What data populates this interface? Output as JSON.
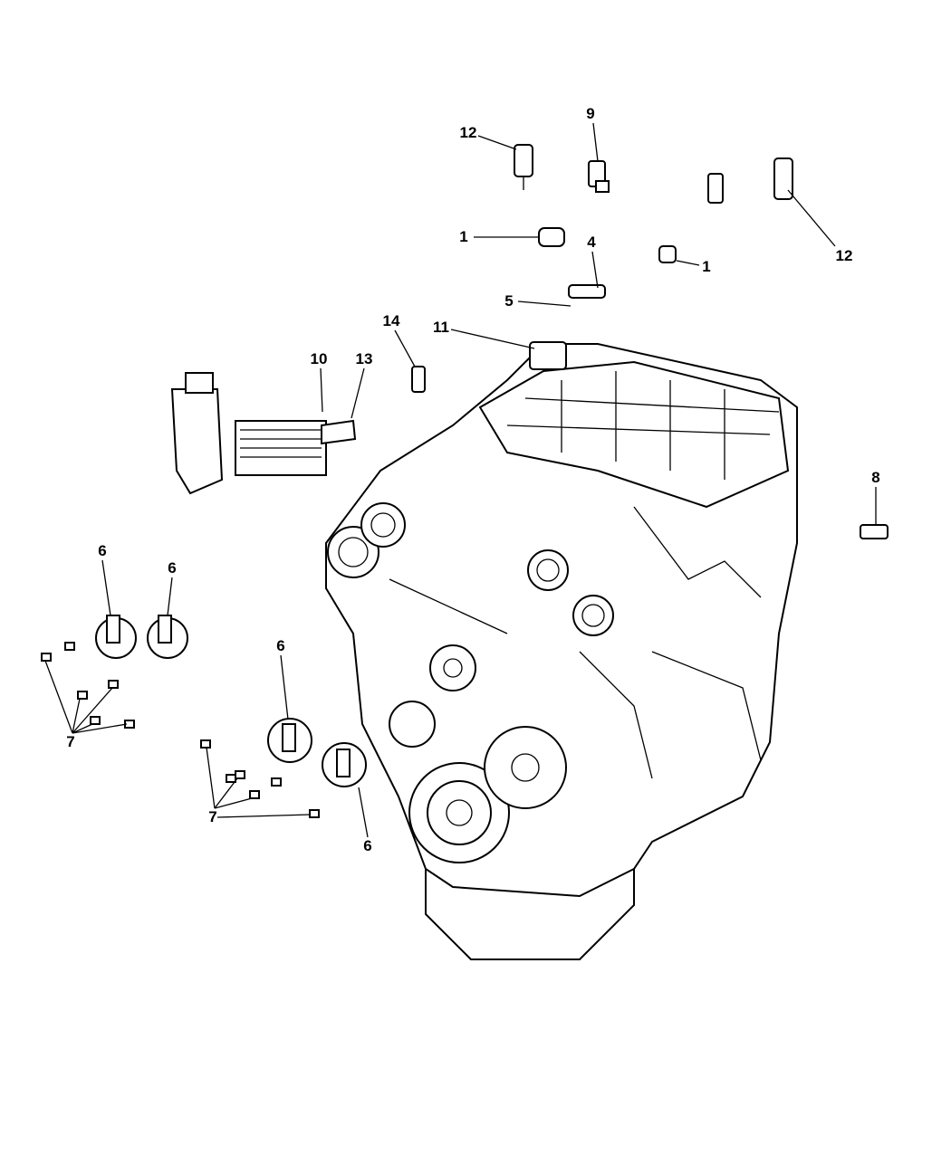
{
  "diagram": {
    "title": "Engine sensors exploded view",
    "callouts": [
      {
        "id": "c12a",
        "label": "12"
      },
      {
        "id": "c9",
        "label": "9"
      },
      {
        "id": "c1a",
        "label": "1"
      },
      {
        "id": "c4",
        "label": "4"
      },
      {
        "id": "c5",
        "label": "5"
      },
      {
        "id": "c1b",
        "label": "1"
      },
      {
        "id": "c12b",
        "label": "12"
      },
      {
        "id": "c14",
        "label": "14"
      },
      {
        "id": "c11",
        "label": "11"
      },
      {
        "id": "c10",
        "label": "10"
      },
      {
        "id": "c13",
        "label": "13"
      },
      {
        "id": "c8",
        "label": "8"
      },
      {
        "id": "c6a",
        "label": "6"
      },
      {
        "id": "c6b",
        "label": "6"
      },
      {
        "id": "c6c",
        "label": "6"
      },
      {
        "id": "c7a",
        "label": "7"
      },
      {
        "id": "c7b",
        "label": "7"
      },
      {
        "id": "c6d",
        "label": "6"
      }
    ]
  }
}
